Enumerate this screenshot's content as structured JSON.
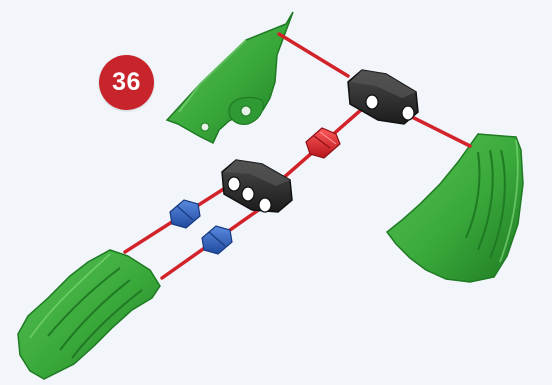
{
  "step": {
    "number": "36"
  },
  "colors": {
    "background": "#f2f6fb",
    "badge": "#c8242c",
    "badge_text": "#ffffff",
    "guide_line": "#d2232a",
    "green_part": "#39a83a",
    "green_part_dark": "#1f7a23",
    "connector_body": "#2b2b2b",
    "pin_blue": "#2a5bb5",
    "pin_red": "#d8262e"
  },
  "parts": [
    {
      "name": "green-wing-top",
      "color": "green"
    },
    {
      "name": "green-wing-right",
      "color": "green"
    },
    {
      "name": "green-wing-bottom-left",
      "color": "green"
    },
    {
      "name": "black-connector-top",
      "color": "black"
    },
    {
      "name": "black-connector-middle",
      "color": "black"
    },
    {
      "name": "red-pin",
      "color": "red"
    },
    {
      "name": "blue-pin",
      "color": "blue"
    },
    {
      "name": "blue-pin",
      "color": "blue"
    }
  ]
}
